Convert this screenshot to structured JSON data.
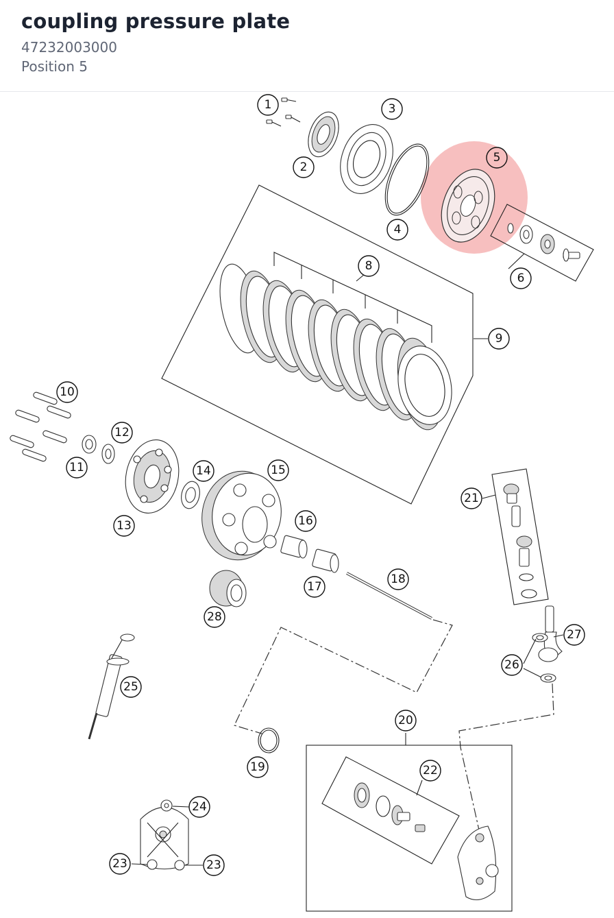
{
  "header": {
    "title": "coupling pressure plate",
    "part_number": "47232003000",
    "position": "Position 5"
  },
  "colors": {
    "highlight": "#f08a8a",
    "title": "#1c2331",
    "subtitle": "#5f6675"
  },
  "diagram": {
    "highlighted_callout": "5",
    "callouts": [
      "1",
      "2",
      "3",
      "4",
      "5",
      "6",
      "8",
      "9",
      "10",
      "11",
      "12",
      "13",
      "14",
      "15",
      "16",
      "17",
      "18",
      "19",
      "20",
      "21",
      "22",
      "23",
      "23",
      "24",
      "25",
      "26",
      "27",
      "28"
    ]
  }
}
